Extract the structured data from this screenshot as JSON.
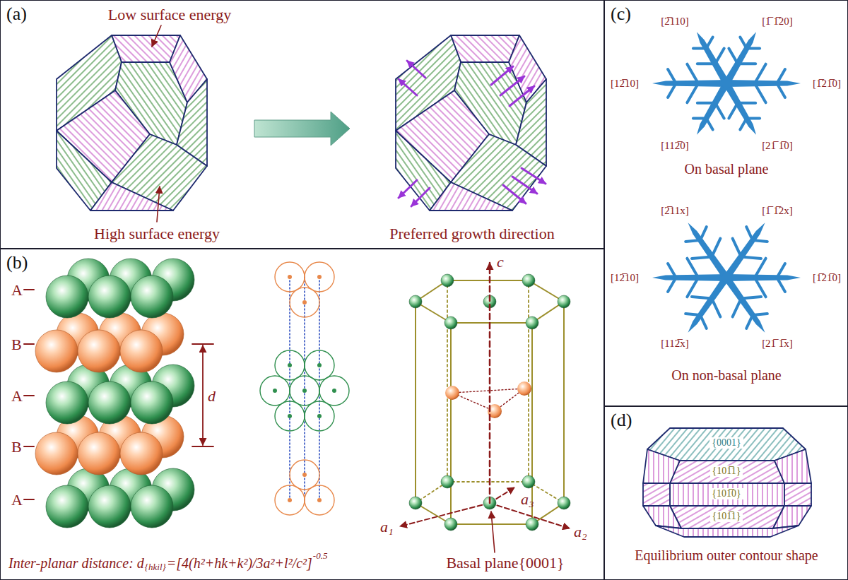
{
  "diagram": {
    "nodes": [
      {
        "text": [
          "(a)"
        ]
      },
      {
        "text": [
          "(b)"
        ]
      },
      {
        "text": [
          "(c)"
        ]
      },
      {
        "text": [
          "(d)"
        ]
      }
    ],
    "labels": [
      "Low surface energy",
      "High surface energy",
      "Preferred growth direction",
      "A",
      "B",
      "A",
      "B",
      "A",
      "d",
      "c",
      "a₃",
      "a₁",
      "a₂",
      "Inter-planar distance: d",
      "{hkil}",
      "=[4(h²+hk+k²)/3a²+l²/c²]",
      "-0.5",
      "Basal plane{0001}",
      "[2̅110]",
      "[1̅ 1̅20]",
      "[12̅10]",
      "[1̅21̅0]",
      "[112̅0]",
      "[21̅ 1̅0]",
      "On basal plane",
      "[2̅11x]",
      "[1̅ 1̅2x]",
      "[12̅10]",
      "[1̅21̅0]",
      "[112̅x]",
      "[21̅ 1̅x]",
      "On non-basal plane",
      "{0001}",
      "{101̅1}",
      "{101̅0}",
      "{101̅1}",
      "Equilibrium outer contour shape"
    ]
  }
}
